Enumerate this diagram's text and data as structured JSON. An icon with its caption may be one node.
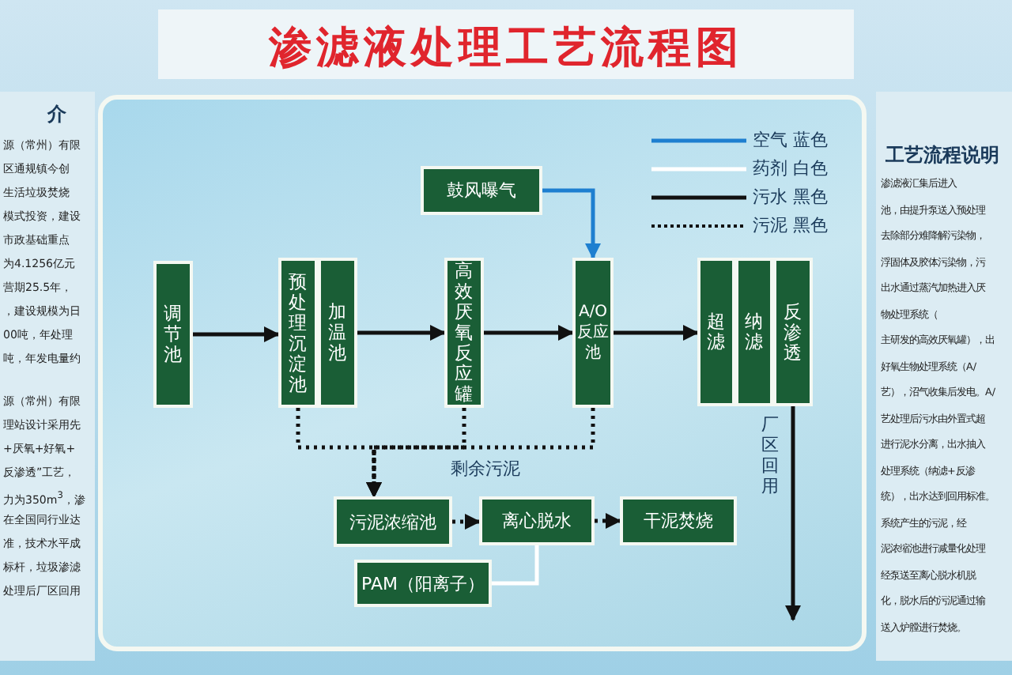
{
  "diagram": {
    "title": "渗滤液处理工艺流程图",
    "nodes": [
      {
        "text": [
          "调节池"
        ]
      },
      {
        "text": [
          "预处理沉淀池"
        ]
      },
      {
        "text": [
          "加温池"
        ]
      },
      {
        "text": [
          "高效厌氧反应罐"
        ]
      },
      {
        "text": [
          "鼓风曝气"
        ]
      },
      {
        "text": [
          "A/O反应池"
        ]
      },
      {
        "text": [
          "超滤"
        ]
      },
      {
        "text": [
          "纳滤"
        ]
      },
      {
        "text": [
          "反渗透"
        ]
      },
      {
        "text": [
          "污泥浓缩池"
        ]
      },
      {
        "text": [
          "离心脱水"
        ]
      },
      {
        "text": [
          "干泥焚烧"
        ]
      },
      {
        "text": [
          "PAM（阳离子）"
        ]
      }
    ],
    "edges": [
      {
        "from": 0,
        "to": 1,
        "arrow": "to"
      },
      {
        "from": 2,
        "to": 3,
        "arrow": "to"
      },
      {
        "from": 3,
        "to": 5,
        "arrow": "to"
      },
      {
        "from": 5,
        "to": 6,
        "arrow": "to"
      },
      {
        "from": 4,
        "to": 5,
        "arrow": "to",
        "color": "#1e7fd0"
      },
      {
        "from": 1,
        "to": 9,
        "arrow": "to",
        "style": "dashed"
      },
      {
        "from": 3,
        "to": 9,
        "arrow": "to",
        "style": "dashed"
      },
      {
        "from": 5,
        "to": 9,
        "arrow": "to",
        "style": "dashed",
        "label": "剩余污泥"
      },
      {
        "from": 9,
        "to": 10,
        "arrow": "to",
        "style": "dashed"
      },
      {
        "from": 10,
        "to": 11,
        "arrow": "to",
        "style": "dashed"
      },
      {
        "from": 12,
        "to": 10,
        "arrow": "none",
        "color": "#ffffff"
      },
      {
        "from": 8,
        "to": null,
        "arrow": "to",
        "label": "厂区回用"
      }
    ],
    "labels": [
      "介",
      "源（常州）有限",
      "区通规镇今创",
      "生活垃圾焚烧",
      "模式投资，建设",
      "市政基础重点",
      "为4.1256亿元",
      "营期25.5年，",
      "，建设规模为日",
      "00吨，年处理",
      "吨，年发电量约",
      "源（常州）有限",
      "理站设计采用先",
      "+厌氧+好氧+",
      "反渗透”工艺，",
      "力为350m$^{3}$，渗",
      "在全国同行业达",
      "准，技术水平成",
      "标杆，垃圾渗滤",
      "处理后厂区回用",
      "工艺流程说明",
      "渗滤液汇集后进入",
      "池，由提升泵送入预处理",
      "去除部分难降解污染物，",
      "浮固体及胶体污染物，污",
      "出水通过蒸汽加热进入厌",
      "物处理系统（",
      "主研发的高效厌氧罐），出",
      "好氧生物处理系统（A/",
      "艺），沼气收集后发电。A/",
      "艺处理后污水由外置式超",
      "进行泥水分离，出水抽入",
      "处理系统（纳滤+反渗",
      "统），出水达到回用标准。",
      "系统产生的污泥，经",
      "泥浓缩池进行减量化处理",
      "经泵送至离心脱水机脱",
      "化，脱水后的污泥通过输",
      "送入炉膛进行焚烧。"
    ],
    "legend": [
      {
        "text": "空气 蓝色"
      },
      {
        "text": "药剂 白色"
      },
      {
        "text": "污水 黑色"
      },
      {
        "text": "污泥 黑色"
      }
    ]
  }
}
